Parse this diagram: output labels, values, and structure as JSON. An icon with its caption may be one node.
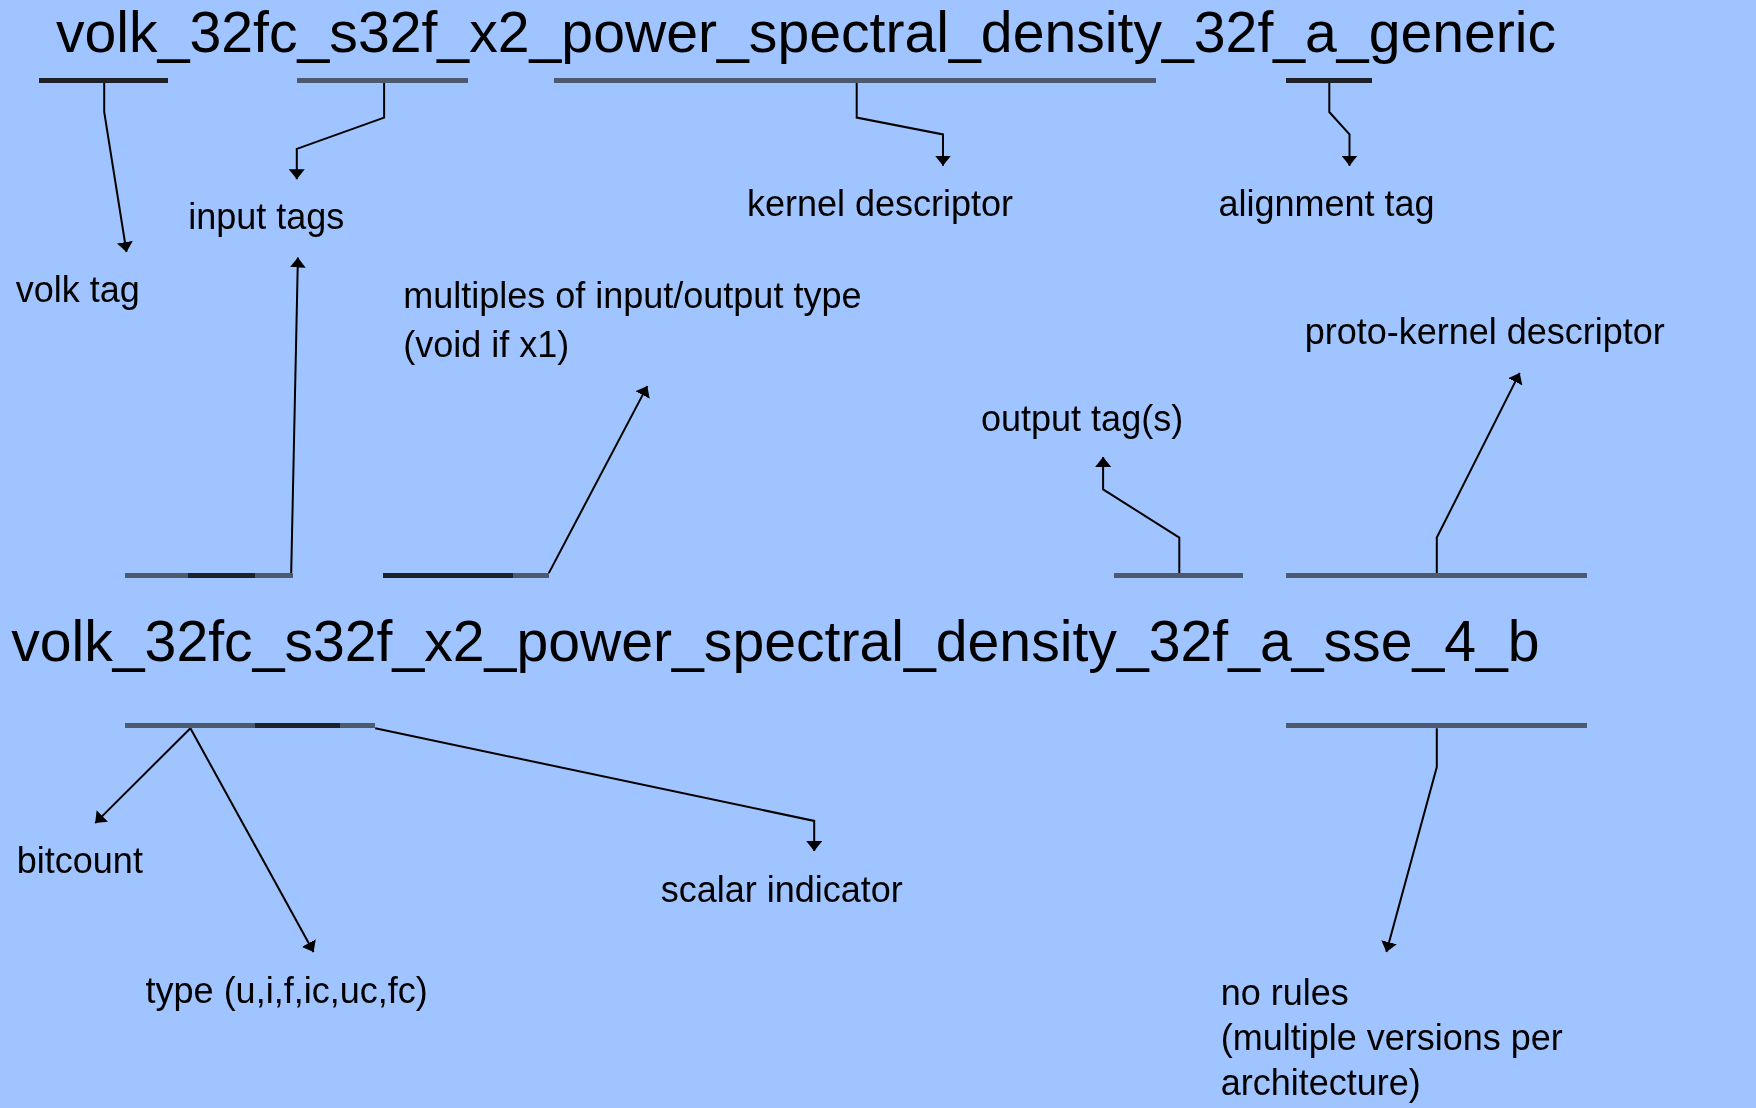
{
  "diagram": {
    "nodes": [
      {
        "text": [],
        "shape": "bar"
      },
      {
        "text": [],
        "shape": "bar"
      },
      {
        "text": [],
        "shape": "bar"
      },
      {
        "text": [],
        "shape": "bar"
      },
      {
        "text": [
          "input tags"
        ]
      },
      {
        "text": [
          "kernel descriptor"
        ]
      },
      {
        "text": [
          "alignment tag"
        ]
      },
      {
        "text": [
          "volk tag"
        ]
      },
      {
        "text": [
          "multiples of input/output type (void if x1)"
        ]
      },
      {
        "text": [
          "proto-kernel descriptor"
        ]
      },
      {
        "text": [
          "output tag(s)"
        ]
      },
      {
        "text": [],
        "shape": "bar"
      },
      {
        "text": [],
        "shape": "bar"
      },
      {
        "text": [],
        "shape": "bar"
      },
      {
        "text": [],
        "shape": "bar"
      },
      {
        "text": [],
        "shape": "bar"
      },
      {
        "text": [],
        "shape": "bar"
      },
      {
        "text": [],
        "shape": "bar"
      },
      {
        "text": [
          "bitcount"
        ]
      },
      {
        "text": [
          "scalar indicator"
        ]
      },
      {
        "text": [
          "type (u,i,f,ic,uc,fc)"
        ]
      },
      {
        "text": [
          "no rules",
          "(multiple versions per architecture)"
        ]
      }
    ],
    "edges": [
      {
        "from": 0,
        "to": 7,
        "arrow": "to"
      },
      {
        "from": 1,
        "to": 4,
        "arrow": "to"
      },
      {
        "from": 2,
        "to": 5,
        "arrow": "to"
      },
      {
        "from": 3,
        "to": 6,
        "arrow": "to"
      },
      {
        "from": 11,
        "to": 4,
        "arrow": "to"
      },
      {
        "from": 12,
        "to": 8,
        "arrow": "to"
      },
      {
        "from": 13,
        "to": 10,
        "arrow": "to"
      },
      {
        "from": 14,
        "to": 9,
        "arrow": "to"
      },
      {
        "from": 15,
        "to": 18,
        "arrow": "to"
      },
      {
        "from": 15,
        "to": 20,
        "arrow": "to"
      },
      {
        "from": 16,
        "to": 19,
        "arrow": "to"
      },
      {
        "from": 17,
        "to": 21,
        "arrow": "to"
      }
    ],
    "labels": [
      "volk_32fc_s32f_x2_power_spectral_density_32f_a_generic",
      "volk_32fc_s32f_x2_power_spectral_density_32f_a_sse_4_b"
    ]
  }
}
